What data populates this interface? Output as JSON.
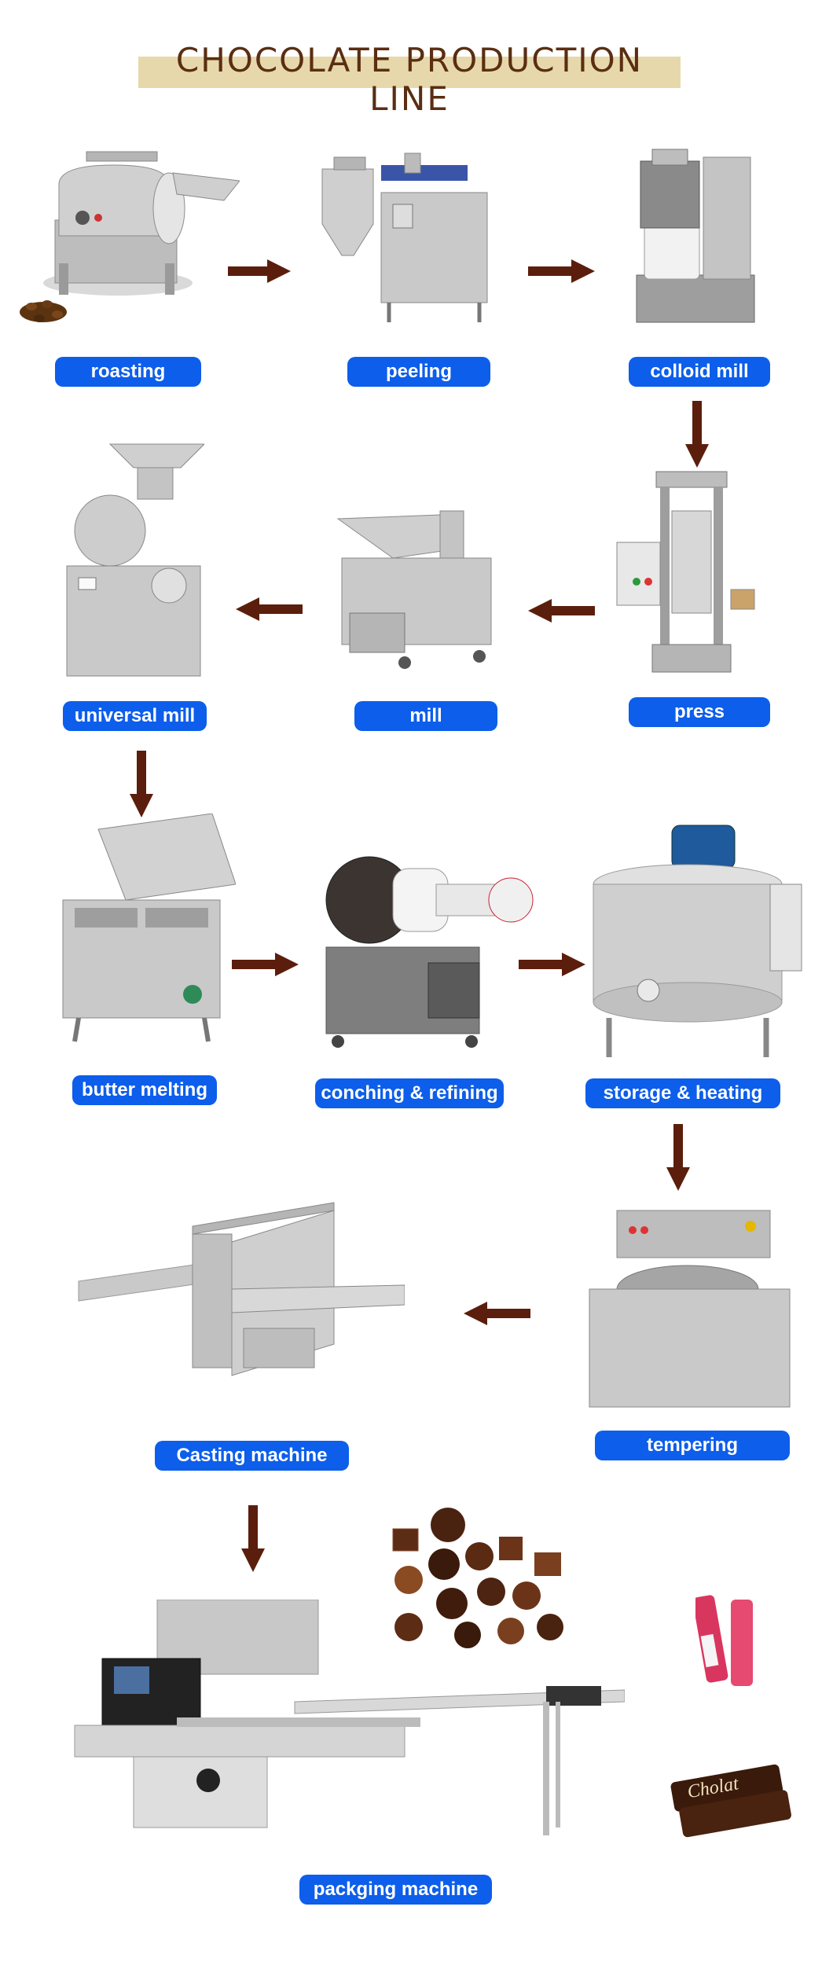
{
  "title": "CHOCOLATE PRODUCTION LINE",
  "colors": {
    "label_bg": "#0d5eea",
    "arrow": "#5b1e0c",
    "title_band": "#e7d8ab",
    "title_text": "#5a2e12"
  },
  "steps": [
    {
      "id": "roasting",
      "label": "roasting"
    },
    {
      "id": "peeling",
      "label": "peeling"
    },
    {
      "id": "colloid-mill",
      "label": "colloid mill"
    },
    {
      "id": "press",
      "label": "press"
    },
    {
      "id": "mill",
      "label": "mill"
    },
    {
      "id": "universal-mill",
      "label": "universal mill"
    },
    {
      "id": "butter-melting",
      "label": "butter melting"
    },
    {
      "id": "conching-refining",
      "label": "conching & refining"
    },
    {
      "id": "storage-heating",
      "label": "storage & heating"
    },
    {
      "id": "tempering",
      "label": "tempering"
    },
    {
      "id": "casting-machine",
      "label": "Casting machine"
    },
    {
      "id": "packging-machine",
      "label": "packging machine"
    }
  ],
  "flow": [
    {
      "from": "roasting",
      "to": "peeling"
    },
    {
      "from": "peeling",
      "to": "colloid-mill"
    },
    {
      "from": "colloid-mill",
      "to": "press"
    },
    {
      "from": "press",
      "to": "mill"
    },
    {
      "from": "mill",
      "to": "universal-mill"
    },
    {
      "from": "universal-mill",
      "to": "butter-melting"
    },
    {
      "from": "butter-melting",
      "to": "conching-refining"
    },
    {
      "from": "conching-refining",
      "to": "storage-heating"
    },
    {
      "from": "storage-heating",
      "to": "tempering"
    },
    {
      "from": "tempering",
      "to": "casting-machine"
    },
    {
      "from": "casting-machine",
      "to": "packging-machine"
    }
  ],
  "wrapper_brand": "Cholat"
}
